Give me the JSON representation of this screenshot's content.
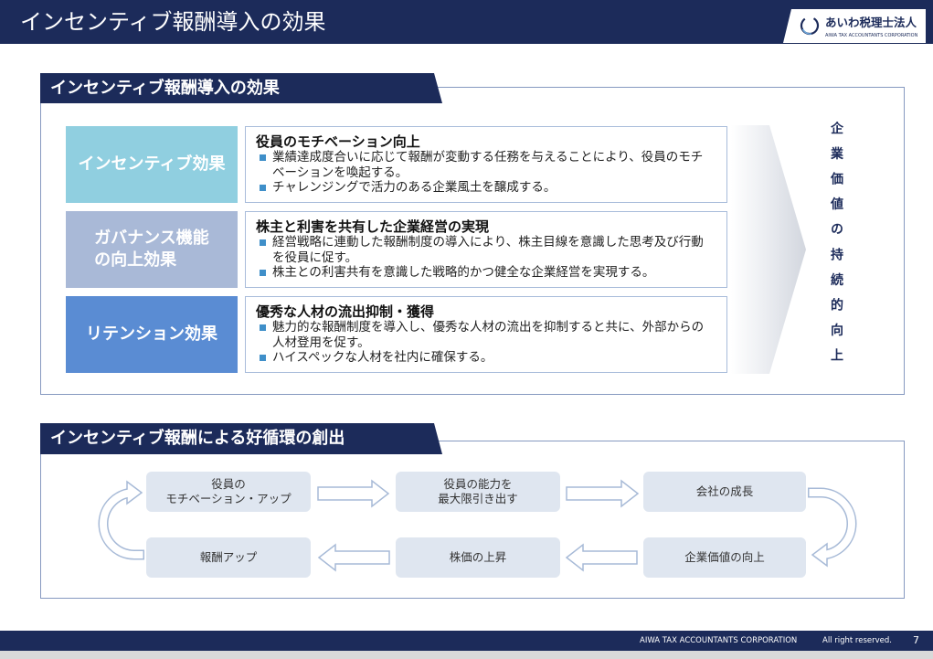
{
  "header": {
    "title": "インセンティブ報酬導入の効果",
    "logo": {
      "icon": "aiwa-ring-logo-icon",
      "name": "あいわ税理士法人",
      "sub": "AIWA TAX ACCOUNTANTS CORPORATION"
    }
  },
  "colors": {
    "navy": "#1c2b5a",
    "bullet": "#3f8fc9",
    "row_border": "#a8bcda",
    "section_border": "#8699c0",
    "cycle_box": "#dfe6f0",
    "cycle_arrow": "#a7bad7"
  },
  "effects_section": {
    "title": "インセンティブ報酬導入の効果",
    "rows": [
      {
        "label_lines": [
          "インセンティブ効果"
        ],
        "label_color": "#90cfe0",
        "heading": "役員のモチベーション向上",
        "bullets": [
          "業績達成度合いに応じて報酬が変動する任務を与えることにより、役員のモチベーションを喚起する。",
          "チャレンジングで活力のある企業風土を醸成する。"
        ]
      },
      {
        "label_lines": [
          "ガバナンス機能",
          "の向上効果"
        ],
        "label_color": "#a9b9d7",
        "heading": "株主と利害を共有した企業経営の実現",
        "bullets": [
          "経営戦略に連動した報酬制度の導入により、株主目線を意識した思考及び行動を役員に促す。",
          "株主との利害共有を意識した戦略的かつ健全な企業経営を実現する。"
        ]
      },
      {
        "label_lines": [
          "リテンション効果"
        ],
        "label_color": "#5a8cd3",
        "heading": "優秀な人材の流出抑制・獲得",
        "bullets": [
          "魅力的な報酬制度を導入し、優秀な人材の流出を抑制すると共に、外部からの人材登用を促す。",
          "ハイスペックな人材を社内に確保する。"
        ]
      }
    ],
    "outcome": "企業価値の持続的向上"
  },
  "cycle_section": {
    "title": "インセンティブ報酬による好循環の創出",
    "steps": [
      {
        "lines": [
          "役員の",
          "モチベーション・アップ"
        ]
      },
      {
        "lines": [
          "役員の能力を",
          "最大限引き出す"
        ]
      },
      {
        "lines": [
          "会社の成長"
        ]
      },
      {
        "lines": [
          "企業価値の向上"
        ]
      },
      {
        "lines": [
          "株価の上昇"
        ]
      },
      {
        "lines": [
          "報酬アップ"
        ]
      }
    ]
  },
  "footer": {
    "company": "AIWA TAX ACCOUNTANTS CORPORATION",
    "rights": "All right reserved.",
    "page": "7"
  }
}
